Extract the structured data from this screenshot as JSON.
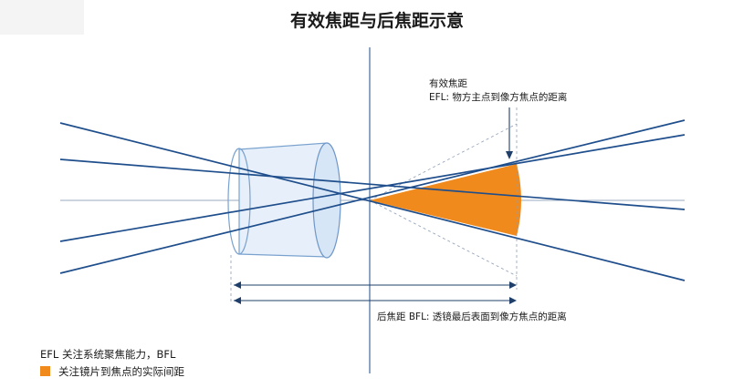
{
  "title": "有效焦距与后焦距示意",
  "efl_label": {
    "line1": "有效焦距",
    "line2": "EFL: 物方主点到像方焦点的距离"
  },
  "bfl_label": "后焦距 BFL: 透镜最后表面到像方焦点的距离",
  "legend": {
    "line1": "EFL    关注系统聚焦能力，BFL",
    "line2": "关注镜片到焦点的实际间距"
  },
  "colors": {
    "ray": "#1f4e8c",
    "focus_region": "#f08a1c",
    "lens": "#e7f0fa"
  }
}
